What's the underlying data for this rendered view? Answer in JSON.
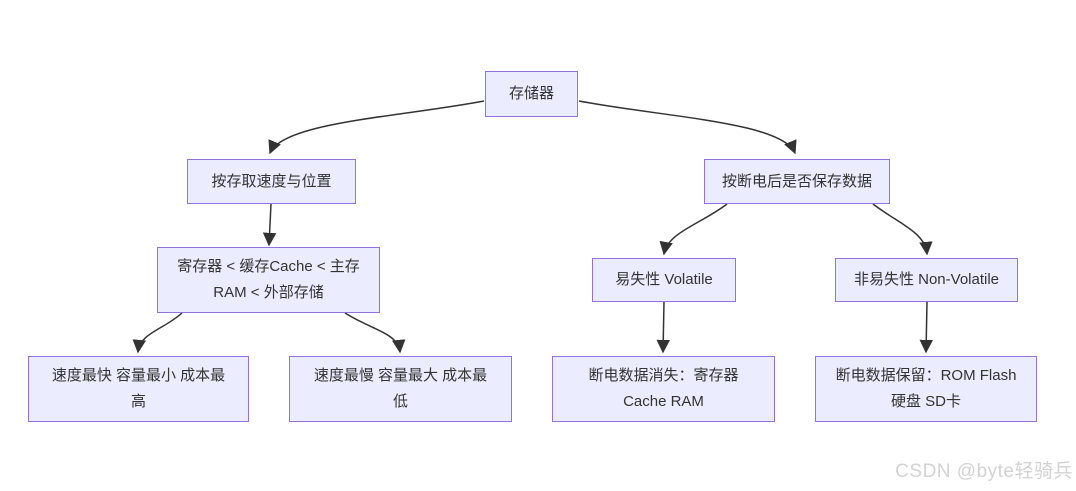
{
  "colors": {
    "node_fill": "#ECECFF",
    "node_border": "#9370DB",
    "edge": "#333333",
    "text": "#333333",
    "background": "#ffffff",
    "watermark": "#d2d2d2"
  },
  "diagram": {
    "nodes": {
      "root": {
        "label": "存储器"
      },
      "by_speed": {
        "label": "按存取速度与位置"
      },
      "hierarchy": {
        "label": [
          "寄存器 < 缓存Cache < 主存",
          "RAM < 外部存储"
        ]
      },
      "fastest": {
        "label": [
          "速度最快 容量最小 成本最",
          "高"
        ]
      },
      "slowest": {
        "label": [
          "速度最慢 容量最大 成本最",
          "低"
        ]
      },
      "by_power": {
        "label": "按断电后是否保存数据"
      },
      "volatile": {
        "label": "易失性 Volatile"
      },
      "nonvolatile": {
        "label": "非易失性 Non-Volatile"
      },
      "volatile_detail": {
        "label": [
          "断电数据消失：寄存器",
          "Cache RAM"
        ]
      },
      "nonvolatile_detail": {
        "label": [
          "断电数据保留：ROM Flash",
          "硬盘 SD卡"
        ]
      }
    },
    "edges": [
      {
        "from": "root",
        "to": "by_speed"
      },
      {
        "from": "root",
        "to": "by_power"
      },
      {
        "from": "by_speed",
        "to": "hierarchy"
      },
      {
        "from": "hierarchy",
        "to": "fastest"
      },
      {
        "from": "hierarchy",
        "to": "slowest"
      },
      {
        "from": "by_power",
        "to": "volatile"
      },
      {
        "from": "by_power",
        "to": "nonvolatile"
      },
      {
        "from": "volatile",
        "to": "volatile_detail"
      },
      {
        "from": "nonvolatile",
        "to": "nonvolatile_detail"
      }
    ]
  },
  "watermark": {
    "text": "CSDN @byte轻骑兵"
  }
}
